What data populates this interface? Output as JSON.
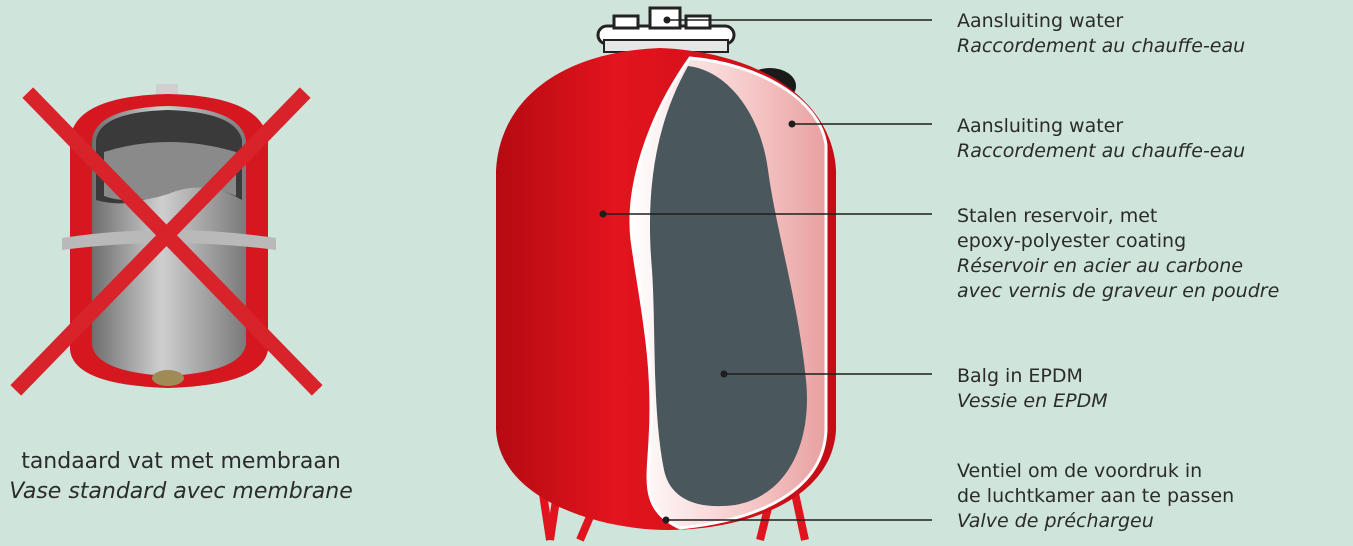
{
  "labels": [
    {
      "nl": "Aansluiting water",
      "fr": "Raccordement au chauffe-eau"
    },
    {
      "nl": "Aansluiting water",
      "fr": "Raccordement au chauffe-eau"
    },
    {
      "nl1": "Stalen reservoir, met",
      "nl2": "epoxy-polyester coating",
      "fr1": "Réservoir en acier au carbone",
      "fr2": "avec vernis de graveur en poudre"
    },
    {
      "nl": "Balg in EPDM",
      "fr": "Vessie en EPDM"
    },
    {
      "nl1": "Ventiel om de voordruk in",
      "nl2": "de luchtkamer aan te passen",
      "fr": "Valve de préchargeu"
    }
  ],
  "caption": {
    "nl": "tandaard vat met membraan",
    "fr": "Vase standard avec membrane"
  },
  "colors": {
    "background": "#cfe5dc",
    "tank_red": "#e0141e",
    "bladder": "#4a575d",
    "cross": "#d8232a"
  }
}
